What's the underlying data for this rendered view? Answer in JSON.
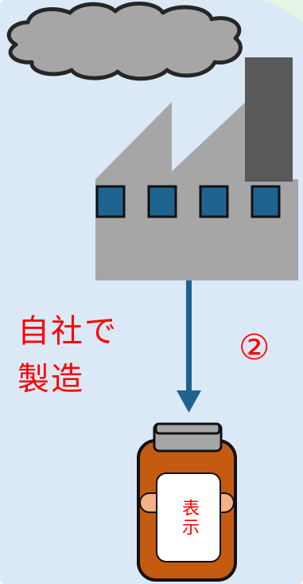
{
  "colors": {
    "panel_background": "#dbe8f6",
    "panel_corner": "#e4f5e4",
    "cloud_fill": "#a6a6a6",
    "cloud_stroke": "#262626",
    "factory_body": "#a6a6a6",
    "chimney": "#595959",
    "windows": "#1f6391",
    "arrow": "#1f6391",
    "jar_body": "#c55a11",
    "jar_lid": "#a6a6a6",
    "jar_band": "#f4b183",
    "label_fill": "#ffffff",
    "text_red": "#ff0000"
  },
  "icons": {
    "cloud": "smoke-cloud-icon",
    "factory": "factory-icon",
    "arrow": "down-arrow-icon",
    "jar": "supplement-jar-icon"
  },
  "process": {
    "label_line1": "自社で",
    "label_line2": "製造",
    "step_number": "②"
  },
  "product": {
    "label_text": "表示"
  }
}
